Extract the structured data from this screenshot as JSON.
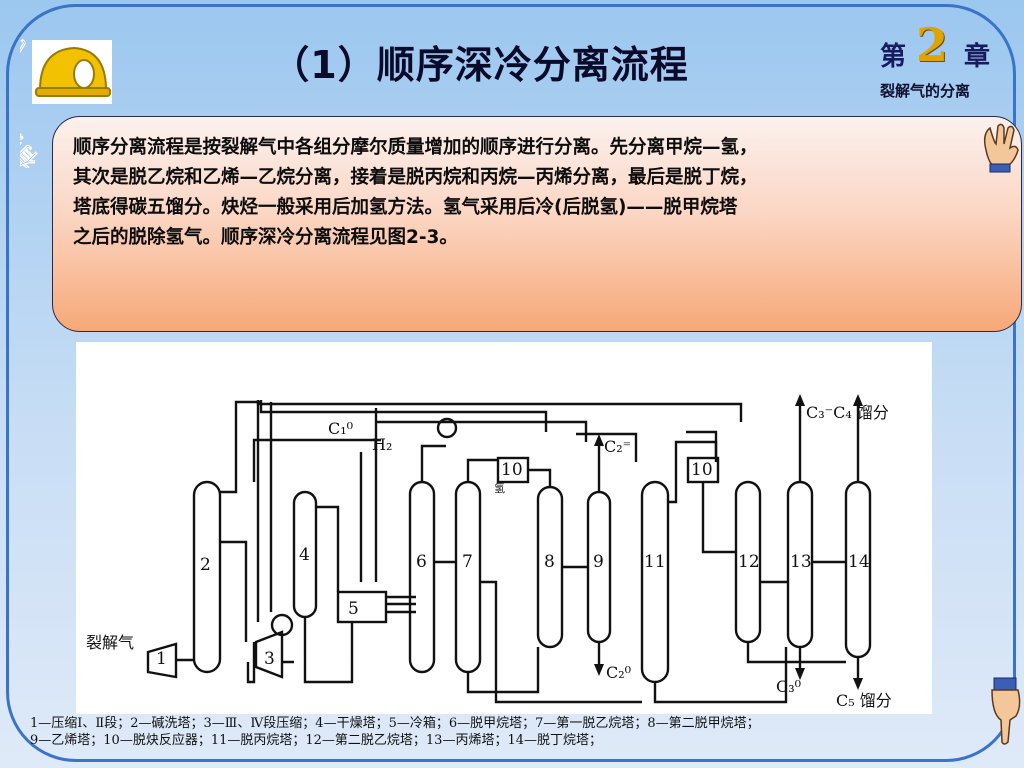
{
  "slide": {
    "title": "（1）顺序深冷分离流程",
    "arc_text": "有机化工工艺",
    "chapter": {
      "left": "第",
      "number": "2",
      "right": "章",
      "subtitle": "裂解气的分离"
    },
    "body_text": "顺序分离流程是按裂解气中各组分摩尔质量增加的顺序进行分离。先分离甲烷—氢，\n其次是脱乙烷和乙烯—乙烷分离，接着是脱丙烷和丙烷—丙烯分离，最后是脱丁烷，\n塔底得碳五馏分。炔烃一般采用后加氢方法。氢气采用后冷(后脱氢)——脱甲烷塔\n之后的脱除氢气。顺序深冷分离流程见图2-3。",
    "caption": "1—压缩Ⅰ、Ⅱ段；2—碱洗塔；3—Ⅲ、Ⅳ段压缩；4—干燥塔；5—冷箱；6—脱甲烷塔；7—第一脱乙烷塔；8—第二脱甲烷塔；\n9—乙烯塔；10—脱炔反应器；11—脱丙烷塔；12—第二脱乙烷塔；13—丙烯塔；14—脱丁烷塔；",
    "colors": {
      "accent": "#3a74c9",
      "textbox_bottom": "#f7a877",
      "chapter_number": "#e0a400"
    }
  },
  "diagram": {
    "feed_label": "裂解气",
    "units": [
      "1",
      "2",
      "3",
      "4",
      "5",
      "6",
      "7",
      "8",
      "9",
      "10",
      "10",
      "11",
      "12",
      "13",
      "14"
    ],
    "stream_labels": {
      "c1": "C₁⁰",
      "h2": "H₂",
      "c2_top": "C₂⁼",
      "c3c4": "C₃⁻C₄ 馏分",
      "c2_bottom": "C₂⁰",
      "c3_bottom": "C₃⁰",
      "c5": "C₅ 馏分",
      "hydrogen_in": "氢"
    }
  },
  "icons": [
    "helmet-icon",
    "pointing-hand-icon"
  ]
}
